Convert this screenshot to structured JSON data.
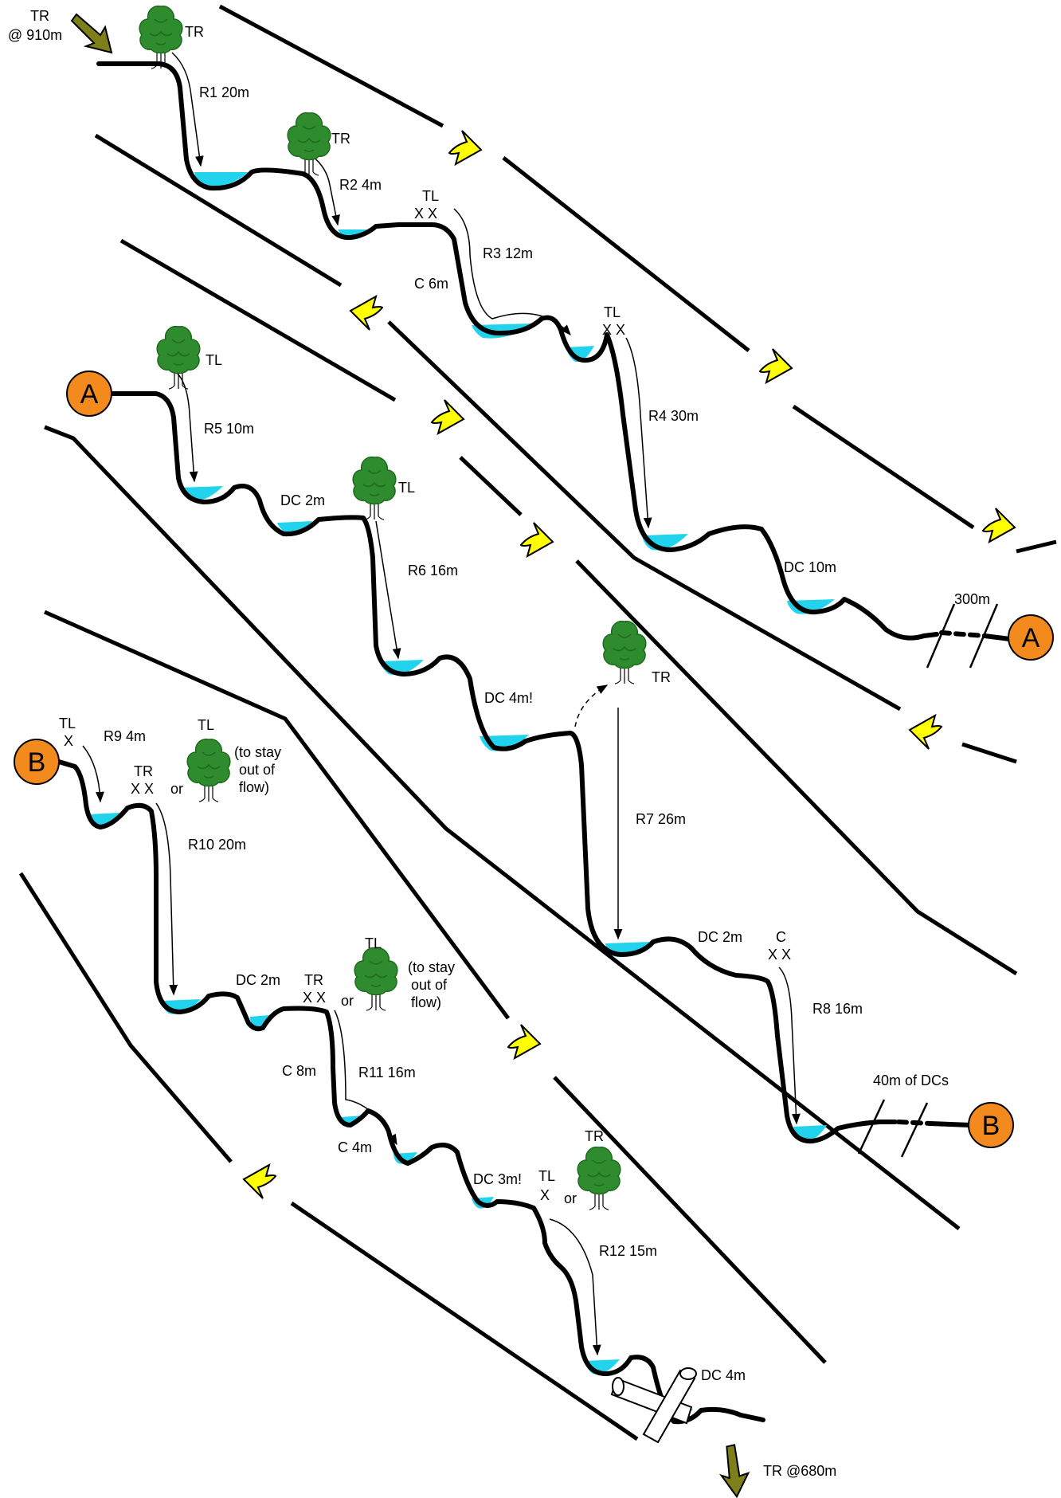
{
  "colors": {
    "line": "#000000",
    "pool": "#22d3ee",
    "tree": "#2e8b2e",
    "tree_dark": "#1f6a1f",
    "yellow_arrow": "#ffff00",
    "olive_arrow": "#7f7f1a",
    "marker": "#f28a1e"
  },
  "labels": {
    "start": [
      "TR",
      "@ 910m"
    ],
    "end": "TR @680m",
    "s1": {
      "tree": "TR",
      "rappel": "R1 20m"
    },
    "s2": {
      "tree": "TR",
      "rappel": "R2 4m"
    },
    "s3": {
      "anchor": "TL",
      "climb": "C 6m",
      "rappel": "R3 12m"
    },
    "s4": {
      "anchor": "TL",
      "rappel": "R4 30m",
      "dc": "DC 10m",
      "distance": "300m"
    },
    "s5": {
      "tree": "TL",
      "rappel": "R5 10m",
      "dc": "DC 2m"
    },
    "s6": {
      "tree": "TL",
      "rappel": "R6 16m",
      "dc": "DC 4m!"
    },
    "s7": {
      "tree": "TR",
      "rappel": "R7 26m",
      "dc": "DC 2m"
    },
    "s8": {
      "anchor": "C",
      "rappel": "R8 16m",
      "distance": "40m of DCs"
    },
    "s9": {
      "anchor": "TL",
      "rappel": "R9 4m"
    },
    "s10": {
      "anchor": "TR",
      "or": "or",
      "tree": "TL",
      "note": [
        "(to stay",
        "out of",
        "flow)"
      ],
      "rappel": "R10 20m"
    },
    "s11": {
      "dc": "DC 2m",
      "anchor": "TR",
      "or": "or",
      "tree": "TL",
      "note": [
        "(to stay",
        "out of",
        "flow)"
      ],
      "climb": "C 8m",
      "rappel": "R11 16m",
      "climb2": "C 4m"
    },
    "s12": {
      "dc": "DC 3m!",
      "anchor": "TL",
      "or": "or",
      "tree": "TR",
      "rappel": "R12 15m",
      "dc2": "DC 4m"
    },
    "marker_a": "A",
    "marker_b": "B"
  },
  "icons": {
    "tree": "tree-icon",
    "anchor": "bolt-x-icon",
    "flow": "flow-arrow-icon",
    "log": "log-jam-icon"
  }
}
